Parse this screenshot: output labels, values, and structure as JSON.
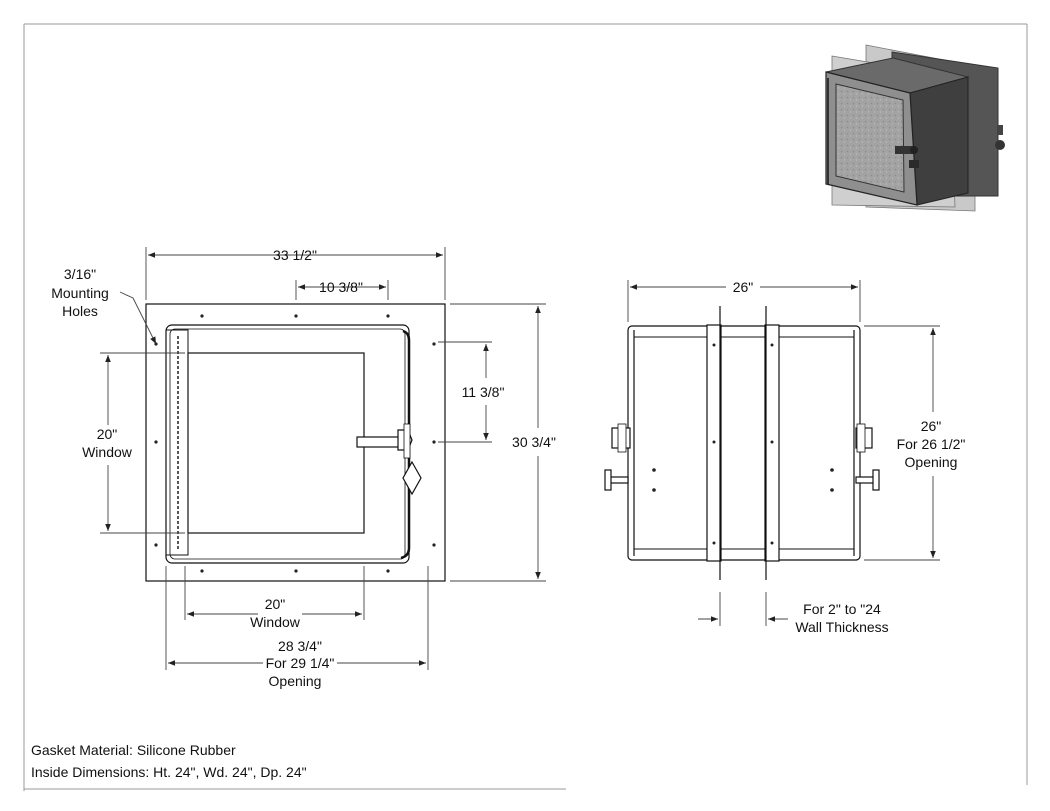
{
  "front_view": {
    "overall_width": "33 1/2\"",
    "hole_spacing": "10 3/8\"",
    "mounting_holes": [
      "3/16\"",
      "Mounting",
      "Holes"
    ],
    "window_height": [
      "20\"",
      "Window"
    ],
    "handle_offset": "11 3/8\"",
    "overall_height": "30 3/4\"",
    "window_width": [
      "20\"",
      "Window"
    ],
    "opening_width": [
      "28 3/4\"",
      "For  29 1/4\"",
      "Opening"
    ]
  },
  "side_view": {
    "depth": "26\"",
    "height": [
      "26\"",
      "For 26 1/2\"",
      "Opening"
    ],
    "wall_thickness": [
      "For 2\" to \"24",
      "Wall Thickness"
    ]
  },
  "notes": {
    "gasket": "Gasket Material: Silicone Rubber",
    "inside_dimensions": "Inside Dimensions: Ht. 24\", Wd. 24\", Dp. 24\""
  },
  "colors": {
    "line": "#111111",
    "dim_line": "#444444",
    "panel_gray": "#9a9a9a",
    "panel_dark": "#4a4a4a"
  }
}
